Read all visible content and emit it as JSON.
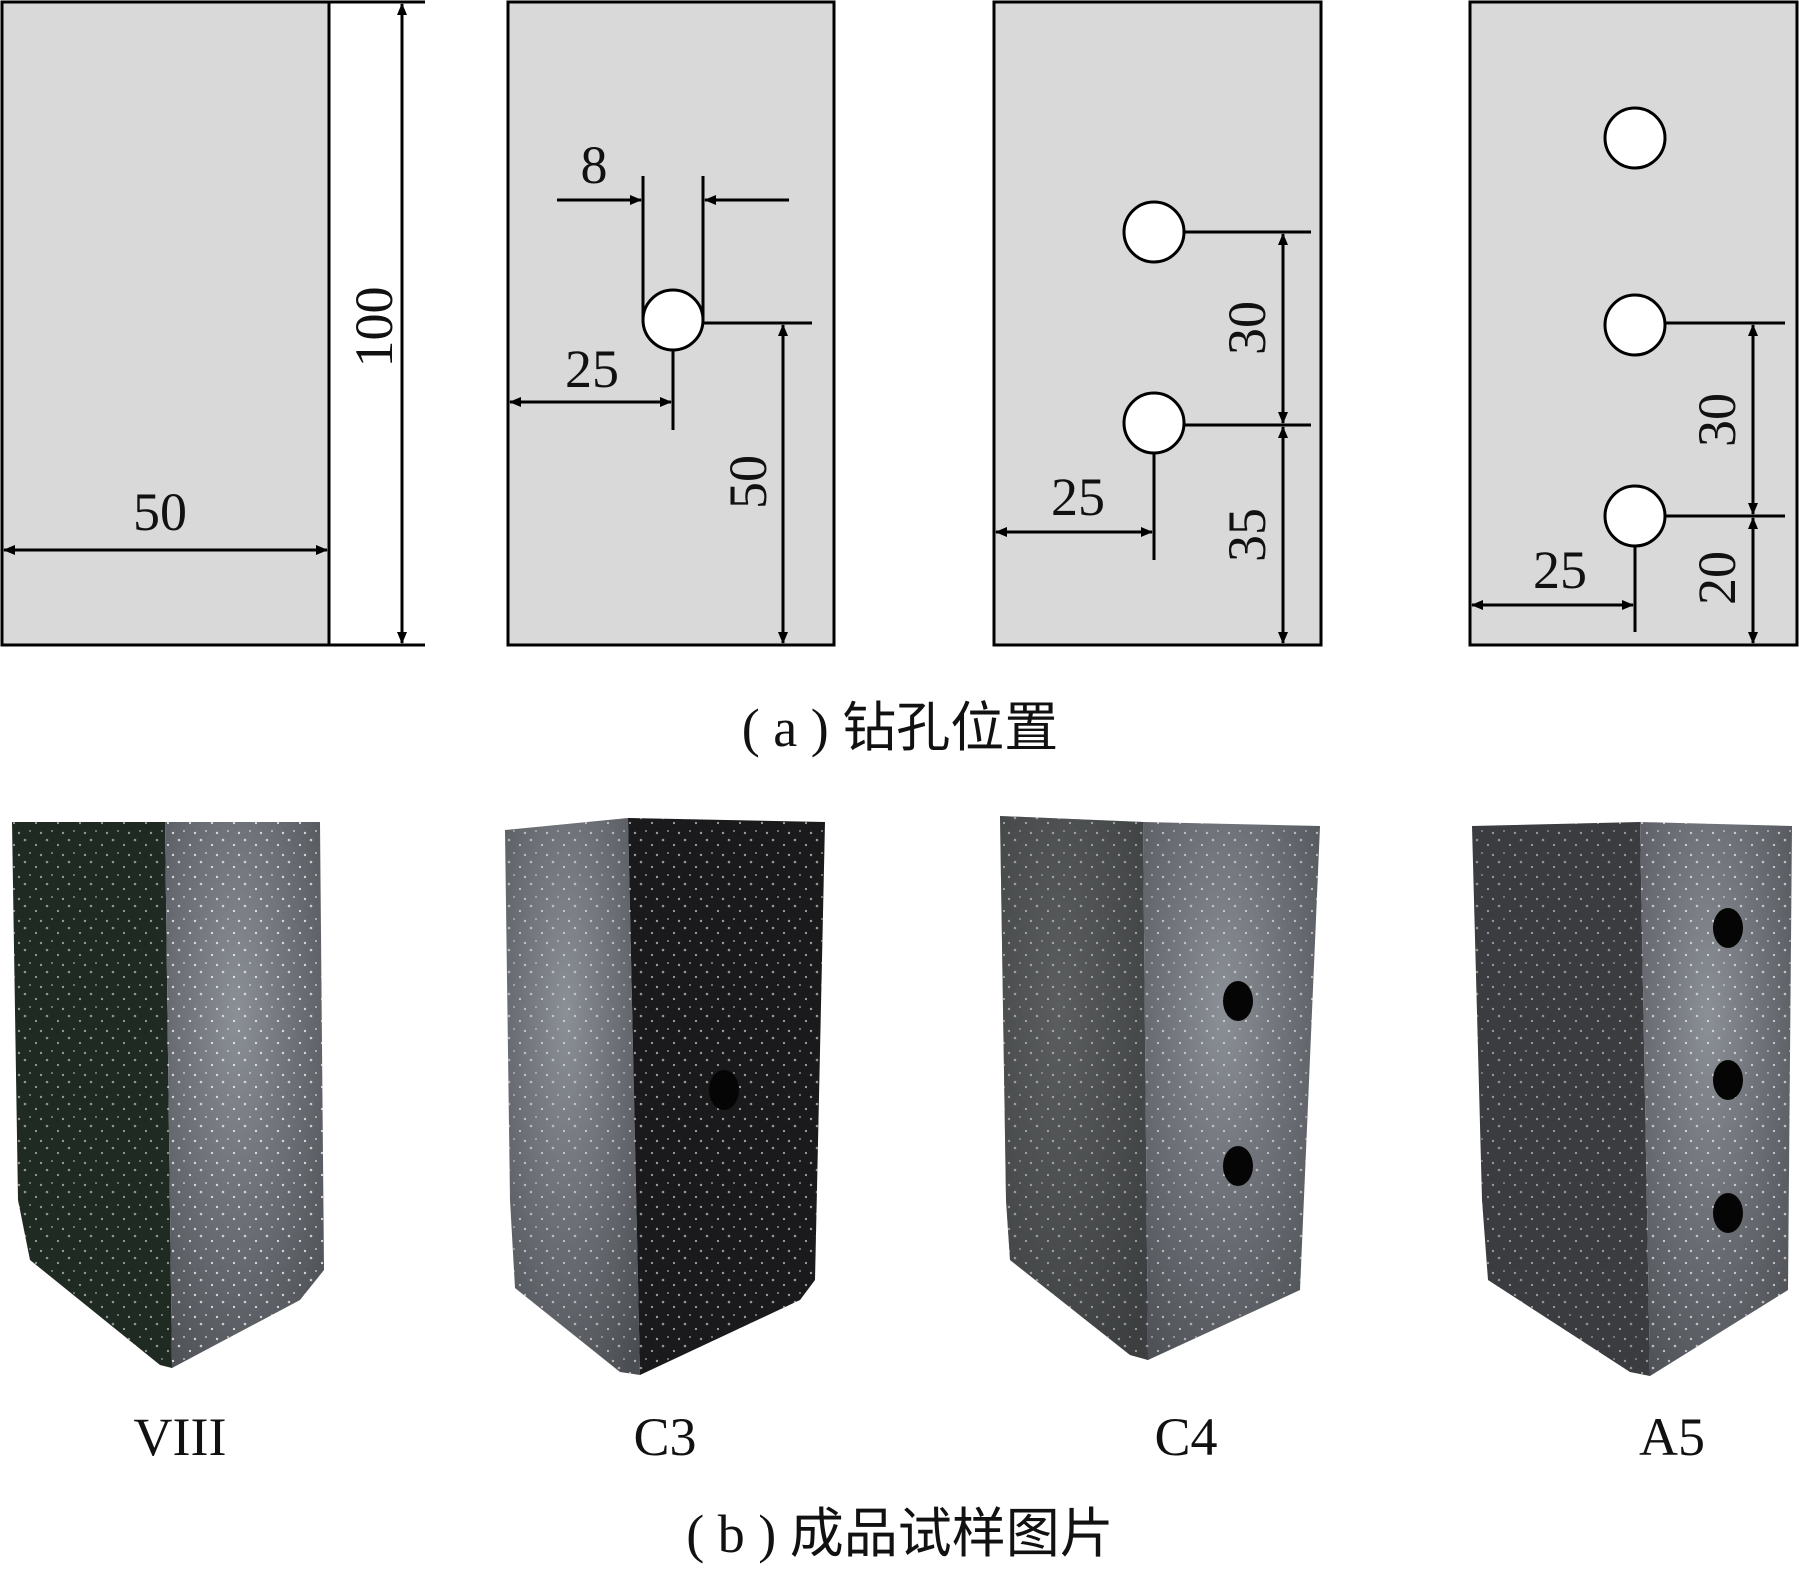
{
  "part_a": {
    "caption": "( a ) 钻孔位置",
    "panel1": {
      "width_label": "50",
      "height_label": "100"
    },
    "panel2": {
      "hole_dia_label": "8",
      "offset_x_label": "25",
      "height_label": "50"
    },
    "panel3": {
      "offset_x_label": "25",
      "spacing_label": "30",
      "height_label": "35"
    },
    "panel4": {
      "offset_x_label": "25",
      "spacing_label": "30",
      "height_label": "20"
    }
  },
  "part_b": {
    "caption": "( b ) 成品试样图片",
    "samples": [
      {
        "label": "VIII",
        "holes": 0
      },
      {
        "label": "C3",
        "holes": 1
      },
      {
        "label": "C4",
        "holes": 2
      },
      {
        "label": "A5",
        "holes": 3
      }
    ]
  },
  "colors": {
    "panel_fill": "#d9d9d9",
    "stroke": "#000000",
    "background": "#ffffff"
  }
}
